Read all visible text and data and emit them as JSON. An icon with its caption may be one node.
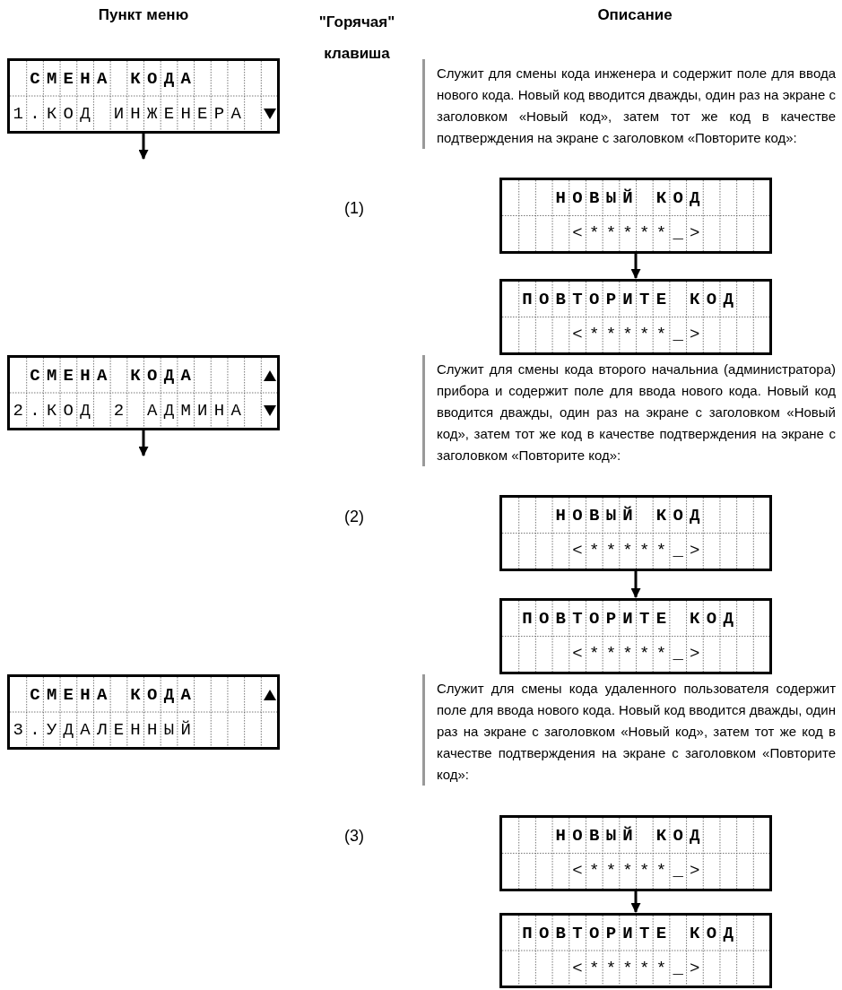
{
  "diagram": {
    "nodes": [
      {
        "text": [
          "СМЕНА КОДА",
          "1.КОД ИНЖЕНЕРА"
        ]
      },
      {
        "text": [
          "НОВЫЙ КОД",
          "<*****_>"
        ]
      },
      {
        "text": [
          "ПОВТОРИТЕ КОД",
          "<*****_>"
        ]
      },
      {
        "text": [
          "СМЕНА КОДА",
          "2.КОД 2 АДМИНА"
        ]
      },
      {
        "text": [
          "НОВЫЙ КОД",
          "<*****_>"
        ]
      },
      {
        "text": [
          "ПОВТОРИТЕ КОД",
          "<*****_>"
        ]
      },
      {
        "text": [
          "СМЕНА КОДА",
          "3.УДАЛЕННЫЙ"
        ]
      },
      {
        "text": [
          "НОВЫЙ КОД",
          "<*****_>"
        ]
      },
      {
        "text": [
          "ПОВТОРИТЕ КОД",
          "<*****_>"
        ]
      }
    ],
    "edges": [
      {
        "from": 0,
        "to": null,
        "arrow": "to"
      },
      {
        "from": 1,
        "to": 2,
        "arrow": "to"
      },
      {
        "from": 3,
        "to": null,
        "arrow": "to"
      },
      {
        "from": 4,
        "to": 5,
        "arrow": "to"
      },
      {
        "from": 7,
        "to": 8,
        "arrow": "to"
      }
    ],
    "labels": [
      "Пункт меню",
      "\"Горячая\" клавиша",
      "Описание",
      "Служит для смены кода инженера и содержит поле для ввода нового кода. Новый код вводится дважды, один раз на экране с заголовком «Новый код», затем тот же код в качестве подтверждения на экране с заголовком «Повторите код»:",
      "(1)",
      "Служит для смены кода второго начальниа (администратора) прибора и содержит поле для ввода нового кода. Новый код вводится дважды, один раз на экране с заголовком «Новый код», затем тот же код в качестве подтверждения на экране с заголовком «Повторите код»:",
      "(2)",
      "Служит для смены кода удаленного пользователя содержит поле для ввода нового кода. Новый код вводится дважды, один раз на экране с заголовком «Новый код», затем тот же код в качестве подтверждения на экране с заголовком «Повторите код»:",
      "(3)"
    ]
  }
}
